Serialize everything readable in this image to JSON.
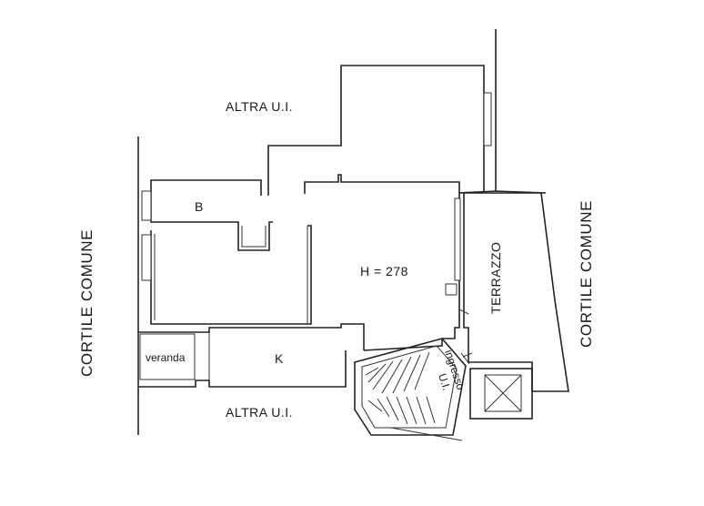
{
  "labels": {
    "altra_top": "ALTRA U.I.",
    "altra_bottom": "ALTRA U.I.",
    "cortile_left": "CORTILE COMUNE",
    "cortile_right": "CORTILE COMUNE",
    "room_b": "B",
    "room_k": "K",
    "veranda": "veranda",
    "height": "H = 278",
    "terrazzo": "TERRAZZO",
    "ingresso": "ingresso",
    "ui": "U.I."
  }
}
